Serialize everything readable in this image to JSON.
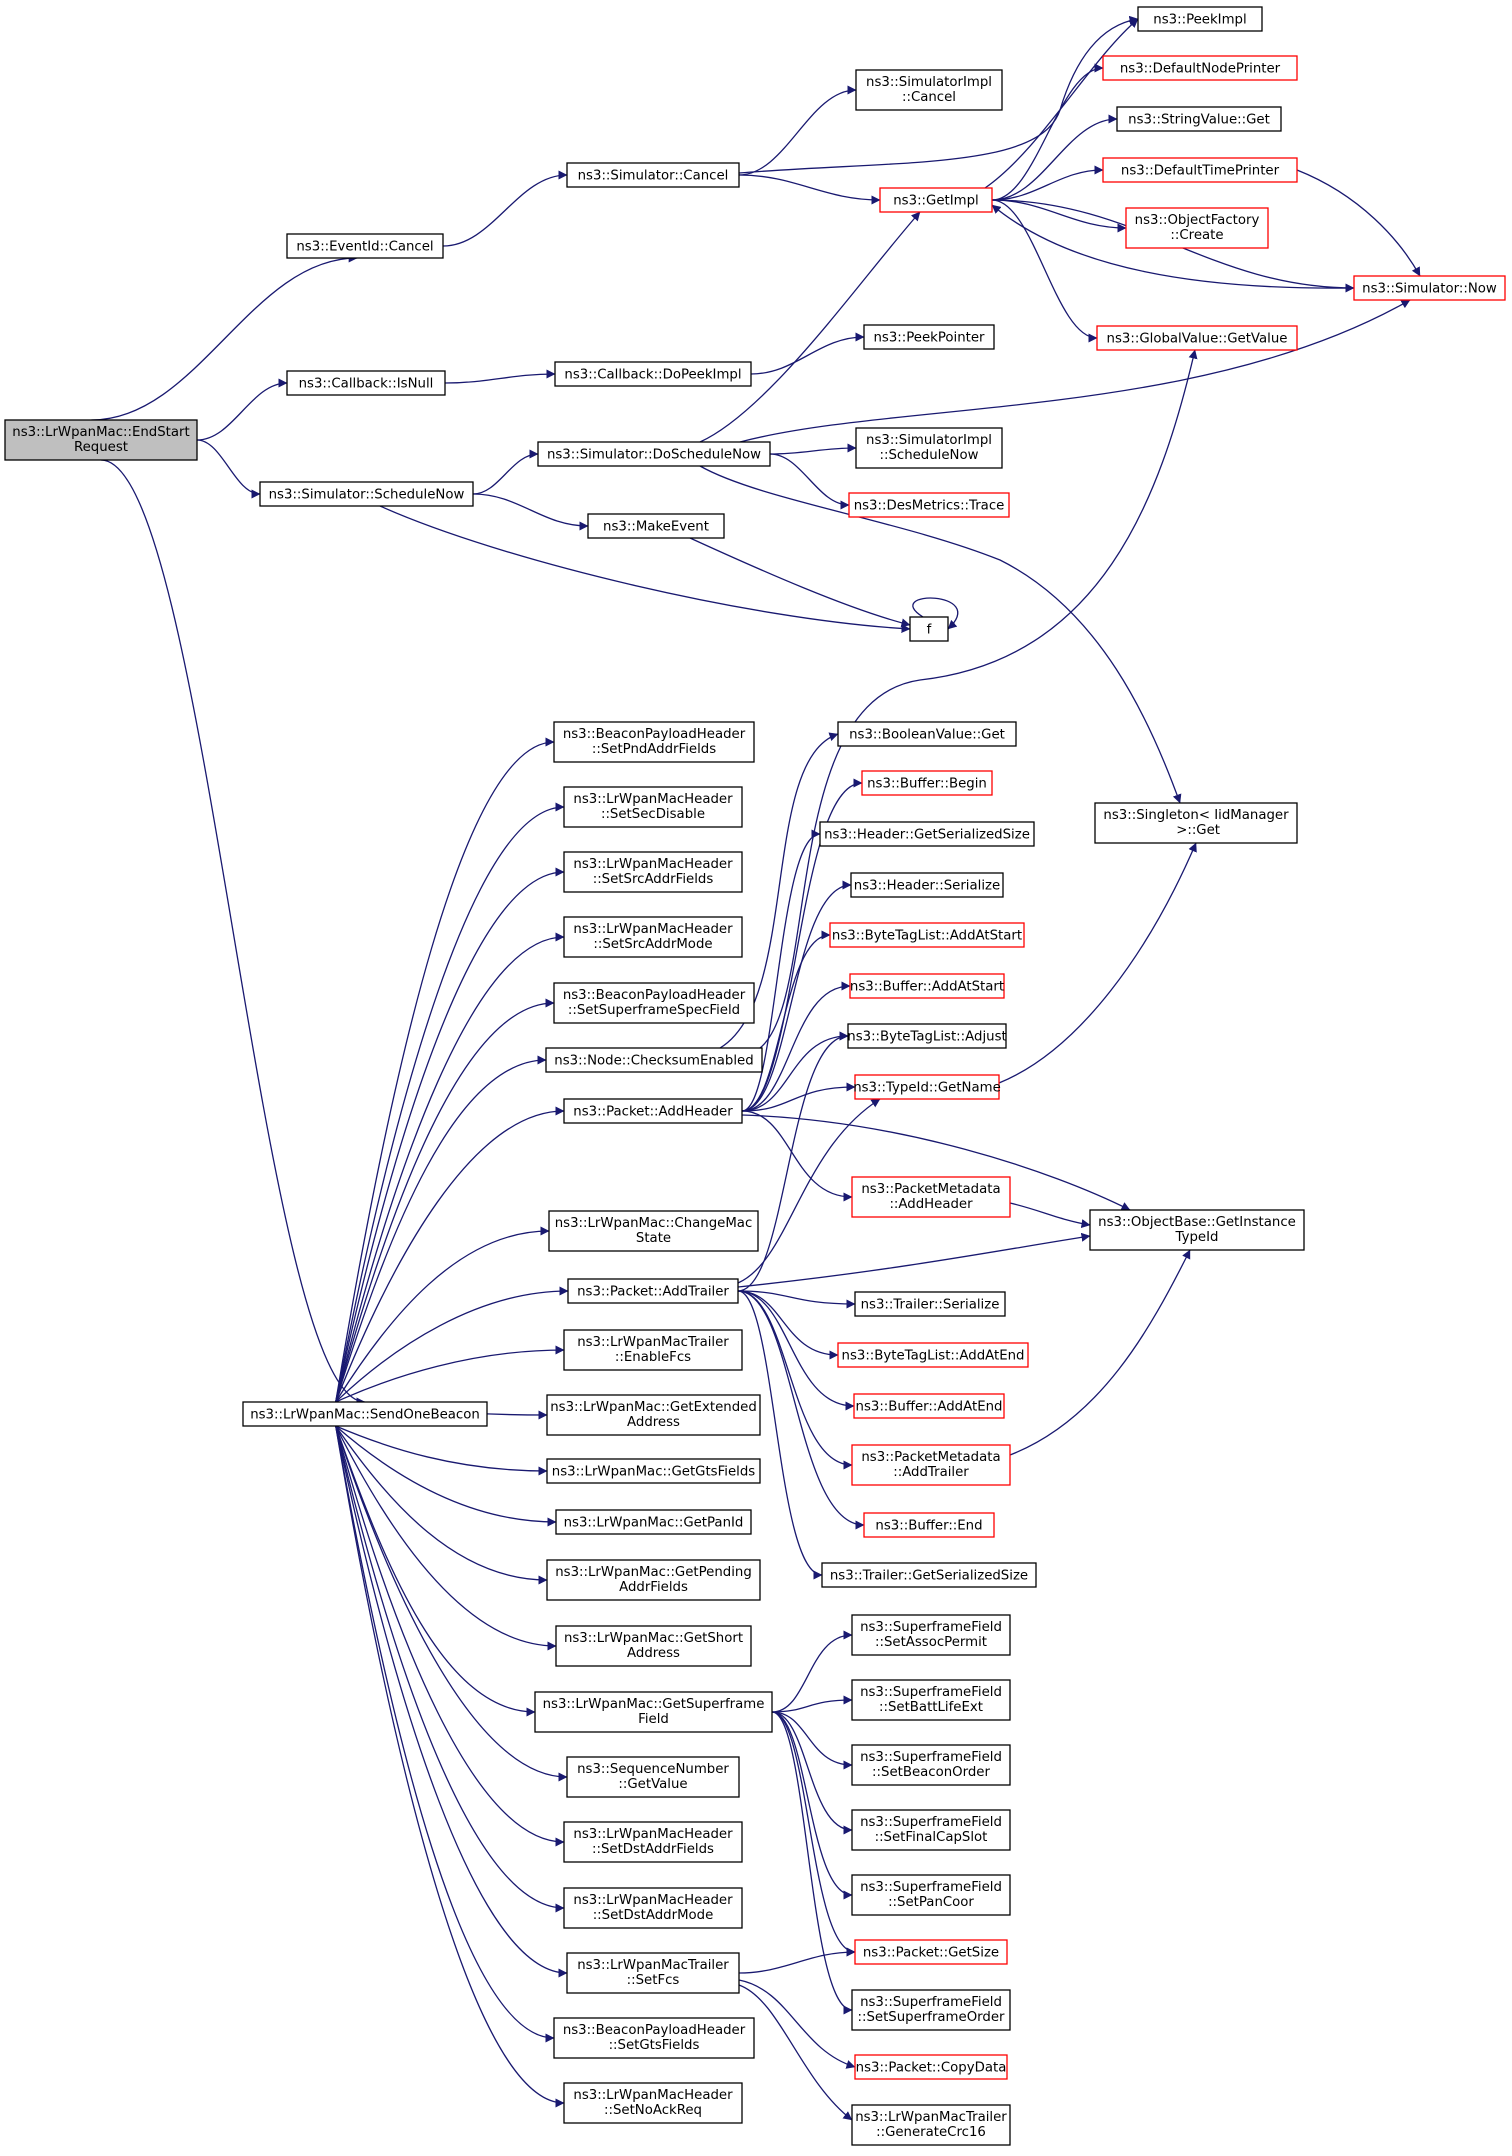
{
  "colors": {
    "edge": "#191970",
    "node_border": "#000000",
    "truncated_border": "#ff0000",
    "root_fill": "#bfbfbf",
    "node_fill": "#ffffff"
  },
  "nodes": {
    "endstart": {
      "lines": [
        "ns3::LrWpanMac::EndStart",
        "Request"
      ],
      "root": true
    },
    "eventcancel": {
      "lines": [
        "ns3::EventId::Cancel"
      ]
    },
    "simcancel": {
      "lines": [
        "ns3::Simulator::Cancel"
      ]
    },
    "implcancel": {
      "lines": [
        "ns3::SimulatorImpl",
        "::Cancel"
      ]
    },
    "peekimpl": {
      "lines": [
        "ns3::PeekImpl"
      ]
    },
    "defnodeprinter": {
      "lines": [
        "ns3::DefaultNodePrinter"
      ],
      "truncated": true
    },
    "stringvalueget": {
      "lines": [
        "ns3::StringValue::Get"
      ]
    },
    "getimpl": {
      "lines": [
        "ns3::GetImpl"
      ],
      "truncated": true
    },
    "deftimeprinter": {
      "lines": [
        "ns3::DefaultTimePrinter"
      ],
      "truncated": true
    },
    "objfactory": {
      "lines": [
        "ns3::ObjectFactory",
        "::Create"
      ],
      "truncated": true
    },
    "simnow": {
      "lines": [
        "ns3::Simulator::Now"
      ],
      "truncated": true
    },
    "globalvalue": {
      "lines": [
        "ns3::GlobalValue::GetValue"
      ],
      "truncated": true
    },
    "cbisnull": {
      "lines": [
        "ns3::Callback::IsNull"
      ]
    },
    "cbdopeek": {
      "lines": [
        "ns3::Callback::DoPeekImpl"
      ]
    },
    "peekpointer": {
      "lines": [
        "ns3::PeekPointer"
      ]
    },
    "simschednow": {
      "lines": [
        "ns3::Simulator::ScheduleNow"
      ]
    },
    "simdosched": {
      "lines": [
        "ns3::Simulator::DoScheduleNow"
      ]
    },
    "implsched": {
      "lines": [
        "ns3::SimulatorImpl",
        "::ScheduleNow"
      ]
    },
    "desmetrics": {
      "lines": [
        "ns3::DesMetrics::Trace"
      ],
      "truncated": true
    },
    "makeevent": {
      "lines": [
        "ns3::MakeEvent"
      ]
    },
    "f": {
      "lines": [
        "f"
      ]
    },
    "bph_pnd": {
      "lines": [
        "ns3::BeaconPayloadHeader",
        "::SetPndAddrFields"
      ]
    },
    "mh_secdis": {
      "lines": [
        "ns3::LrWpanMacHeader",
        "::SetSecDisable"
      ]
    },
    "mh_srcaddrf": {
      "lines": [
        "ns3::LrWpanMacHeader",
        "::SetSrcAddrFields"
      ]
    },
    "mh_srcaddrm": {
      "lines": [
        "ns3::LrWpanMacHeader",
        "::SetSrcAddrMode"
      ]
    },
    "bph_sfspec": {
      "lines": [
        "ns3::BeaconPayloadHeader",
        "::SetSuperframeSpecField"
      ]
    },
    "nodechecksum": {
      "lines": [
        "ns3::Node::ChecksumEnabled"
      ]
    },
    "pktaddheader": {
      "lines": [
        "ns3::Packet::AddHeader"
      ]
    },
    "changemac": {
      "lines": [
        "ns3::LrWpanMac::ChangeMac",
        "State"
      ]
    },
    "pktaddtrailer": {
      "lines": [
        "ns3::Packet::AddTrailer"
      ]
    },
    "enablefcs": {
      "lines": [
        "ns3::LrWpanMacTrailer",
        "::EnableFcs"
      ]
    },
    "sendonebeacon": {
      "lines": [
        "ns3::LrWpanMac::SendOneBeacon"
      ]
    },
    "getextended": {
      "lines": [
        "ns3::LrWpanMac::GetExtended",
        "Address"
      ]
    },
    "getgts": {
      "lines": [
        "ns3::LrWpanMac::GetGtsFields"
      ]
    },
    "getpanid": {
      "lines": [
        "ns3::LrWpanMac::GetPanId"
      ]
    },
    "getpending": {
      "lines": [
        "ns3::LrWpanMac::GetPending",
        "AddrFields"
      ]
    },
    "getshort": {
      "lines": [
        "ns3::LrWpanMac::GetShort",
        "Address"
      ]
    },
    "getsuperframe": {
      "lines": [
        "ns3::LrWpanMac::GetSuperframe",
        "Field"
      ]
    },
    "seqget": {
      "lines": [
        "ns3::SequenceNumber",
        "::GetValue"
      ]
    },
    "mh_dstaddrf": {
      "lines": [
        "ns3::LrWpanMacHeader",
        "::SetDstAddrFields"
      ]
    },
    "mh_dstaddrm": {
      "lines": [
        "ns3::LrWpanMacHeader",
        "::SetDstAddrMode"
      ]
    },
    "mt_setfcs": {
      "lines": [
        "ns3::LrWpanMacTrailer",
        "::SetFcs"
      ]
    },
    "bph_gts": {
      "lines": [
        "ns3::BeaconPayloadHeader",
        "::SetGtsFields"
      ]
    },
    "mh_noack": {
      "lines": [
        "ns3::LrWpanMacHeader",
        "::SetNoAckReq"
      ]
    },
    "boolget": {
      "lines": [
        "ns3::BooleanValue::Get"
      ]
    },
    "bufbegin": {
      "lines": [
        "ns3::Buffer::Begin"
      ],
      "truncated": true
    },
    "hdrgetsize": {
      "lines": [
        "ns3::Header::GetSerializedSize"
      ]
    },
    "hdrserialize": {
      "lines": [
        "ns3::Header::Serialize"
      ]
    },
    "btl_addstart": {
      "lines": [
        "ns3::ByteTagList::AddAtStart"
      ],
      "truncated": true
    },
    "buf_addstart": {
      "lines": [
        "ns3::Buffer::AddAtStart"
      ],
      "truncated": true
    },
    "btl_adjust": {
      "lines": [
        "ns3::ByteTagList::Adjust"
      ]
    },
    "typeidname": {
      "lines": [
        "ns3::TypeId::GetName"
      ],
      "truncated": true
    },
    "singleton": {
      "lines": [
        "ns3::Singleton< IidManager",
        " >::Get"
      ]
    },
    "pm_addheader": {
      "lines": [
        "ns3::PacketMetadata",
        "::AddHeader"
      ],
      "truncated": true
    },
    "objbase": {
      "lines": [
        "ns3::ObjectBase::GetInstance",
        "TypeId"
      ]
    },
    "trserialize": {
      "lines": [
        "ns3::Trailer::Serialize"
      ]
    },
    "btl_addend": {
      "lines": [
        "ns3::ByteTagList::AddAtEnd"
      ],
      "truncated": true
    },
    "buf_addend": {
      "lines": [
        "ns3::Buffer::AddAtEnd"
      ],
      "truncated": true
    },
    "pm_addtrailer": {
      "lines": [
        "ns3::PacketMetadata",
        "::AddTrailer"
      ],
      "truncated": true
    },
    "bufend": {
      "lines": [
        "ns3::Buffer::End"
      ],
      "truncated": true
    },
    "trgetsize": {
      "lines": [
        "ns3::Trailer::GetSerializedSize"
      ]
    },
    "sf_assoc": {
      "lines": [
        "ns3::SuperframeField",
        "::SetAssocPermit"
      ]
    },
    "sf_batt": {
      "lines": [
        "ns3::SuperframeField",
        "::SetBattLifeExt"
      ]
    },
    "sf_beacon": {
      "lines": [
        "ns3::SuperframeField",
        "::SetBeaconOrder"
      ]
    },
    "sf_finalcap": {
      "lines": [
        "ns3::SuperframeField",
        "::SetFinalCapSlot"
      ]
    },
    "sf_pancoor": {
      "lines": [
        "ns3::SuperframeField",
        "::SetPanCoor"
      ]
    },
    "pktgetsize": {
      "lines": [
        "ns3::Packet::GetSize"
      ],
      "truncated": true
    },
    "sf_sforder": {
      "lines": [
        "ns3::SuperframeField",
        "::SetSuperframeOrder"
      ]
    },
    "pktcopydata": {
      "lines": [
        "ns3::Packet::CopyData"
      ],
      "truncated": true
    },
    "gencrc": {
      "lines": [
        "ns3::LrWpanMacTrailer",
        "::GenerateCrc16"
      ]
    }
  },
  "edges": [
    [
      "endstart",
      "eventcancel"
    ],
    [
      "endstart",
      "cbisnull"
    ],
    [
      "endstart",
      "simschednow"
    ],
    [
      "endstart",
      "sendonebeacon"
    ],
    [
      "eventcancel",
      "simcancel"
    ],
    [
      "simcancel",
      "implcancel"
    ],
    [
      "simcancel",
      "peekimpl"
    ],
    [
      "simcancel",
      "getimpl"
    ],
    [
      "getimpl",
      "peekimpl"
    ],
    [
      "getimpl",
      "defnodeprinter"
    ],
    [
      "getimpl",
      "stringvalueget"
    ],
    [
      "getimpl",
      "deftimeprinter"
    ],
    [
      "getimpl",
      "objfactory"
    ],
    [
      "getimpl",
      "simnow"
    ],
    [
      "getimpl",
      "globalvalue"
    ],
    [
      "deftimeprinter",
      "simnow"
    ],
    [
      "simnow",
      "getimpl"
    ],
    [
      "cbisnull",
      "cbdopeek"
    ],
    [
      "cbdopeek",
      "peekpointer"
    ],
    [
      "simschednow",
      "simdosched"
    ],
    [
      "simschednow",
      "makeevent"
    ],
    [
      "simschednow",
      "f"
    ],
    [
      "simdosched",
      "getimpl"
    ],
    [
      "simdosched",
      "simnow"
    ],
    [
      "simdosched",
      "implsched"
    ],
    [
      "simdosched",
      "desmetrics"
    ],
    [
      "simdosched",
      "singleton"
    ],
    [
      "makeevent",
      "f"
    ],
    [
      "f",
      "f"
    ],
    [
      "sendonebeacon",
      "bph_pnd"
    ],
    [
      "sendonebeacon",
      "mh_secdis"
    ],
    [
      "sendonebeacon",
      "mh_srcaddrf"
    ],
    [
      "sendonebeacon",
      "mh_srcaddrm"
    ],
    [
      "sendonebeacon",
      "bph_sfspec"
    ],
    [
      "sendonebeacon",
      "nodechecksum"
    ],
    [
      "sendonebeacon",
      "pktaddheader"
    ],
    [
      "sendonebeacon",
      "changemac"
    ],
    [
      "sendonebeacon",
      "pktaddtrailer"
    ],
    [
      "sendonebeacon",
      "enablefcs"
    ],
    [
      "sendonebeacon",
      "getextended"
    ],
    [
      "sendonebeacon",
      "getgts"
    ],
    [
      "sendonebeacon",
      "getpanid"
    ],
    [
      "sendonebeacon",
      "getpending"
    ],
    [
      "sendonebeacon",
      "getshort"
    ],
    [
      "sendonebeacon",
      "getsuperframe"
    ],
    [
      "sendonebeacon",
      "seqget"
    ],
    [
      "sendonebeacon",
      "mh_dstaddrf"
    ],
    [
      "sendonebeacon",
      "mh_dstaddrm"
    ],
    [
      "sendonebeacon",
      "mt_setfcs"
    ],
    [
      "sendonebeacon",
      "bph_gts"
    ],
    [
      "sendonebeacon",
      "mh_noack"
    ],
    [
      "nodechecksum",
      "globalvalue"
    ],
    [
      "nodechecksum",
      "boolget"
    ],
    [
      "pktaddheader",
      "bufbegin"
    ],
    [
      "pktaddheader",
      "hdrgetsize"
    ],
    [
      "pktaddheader",
      "hdrserialize"
    ],
    [
      "pktaddheader",
      "btl_addstart"
    ],
    [
      "pktaddheader",
      "buf_addstart"
    ],
    [
      "pktaddheader",
      "btl_adjust"
    ],
    [
      "pktaddheader",
      "typeidname"
    ],
    [
      "pktaddheader",
      "pm_addheader"
    ],
    [
      "pktaddheader",
      "objbase"
    ],
    [
      "typeidname",
      "singleton"
    ],
    [
      "pm_addheader",
      "objbase"
    ],
    [
      "pktaddtrailer",
      "typeidname"
    ],
    [
      "pktaddtrailer",
      "objbase"
    ],
    [
      "pktaddtrailer",
      "trserialize"
    ],
    [
      "pktaddtrailer",
      "btl_addend"
    ],
    [
      "pktaddtrailer",
      "buf_addend"
    ],
    [
      "pktaddtrailer",
      "pm_addtrailer"
    ],
    [
      "pktaddtrailer",
      "bufend"
    ],
    [
      "pktaddtrailer",
      "trgetsize"
    ],
    [
      "pktaddtrailer",
      "btl_adjust"
    ],
    [
      "pm_addtrailer",
      "objbase"
    ],
    [
      "getsuperframe",
      "sf_assoc"
    ],
    [
      "getsuperframe",
      "sf_batt"
    ],
    [
      "getsuperframe",
      "sf_beacon"
    ],
    [
      "getsuperframe",
      "sf_finalcap"
    ],
    [
      "getsuperframe",
      "sf_pancoor"
    ],
    [
      "getsuperframe",
      "sf_sforder"
    ],
    [
      "getsuperframe",
      "pktgetsize"
    ],
    [
      "mt_setfcs",
      "pktgetsize"
    ],
    [
      "mt_setfcs",
      "pktcopydata"
    ],
    [
      "mt_setfcs",
      "gencrc"
    ]
  ]
}
